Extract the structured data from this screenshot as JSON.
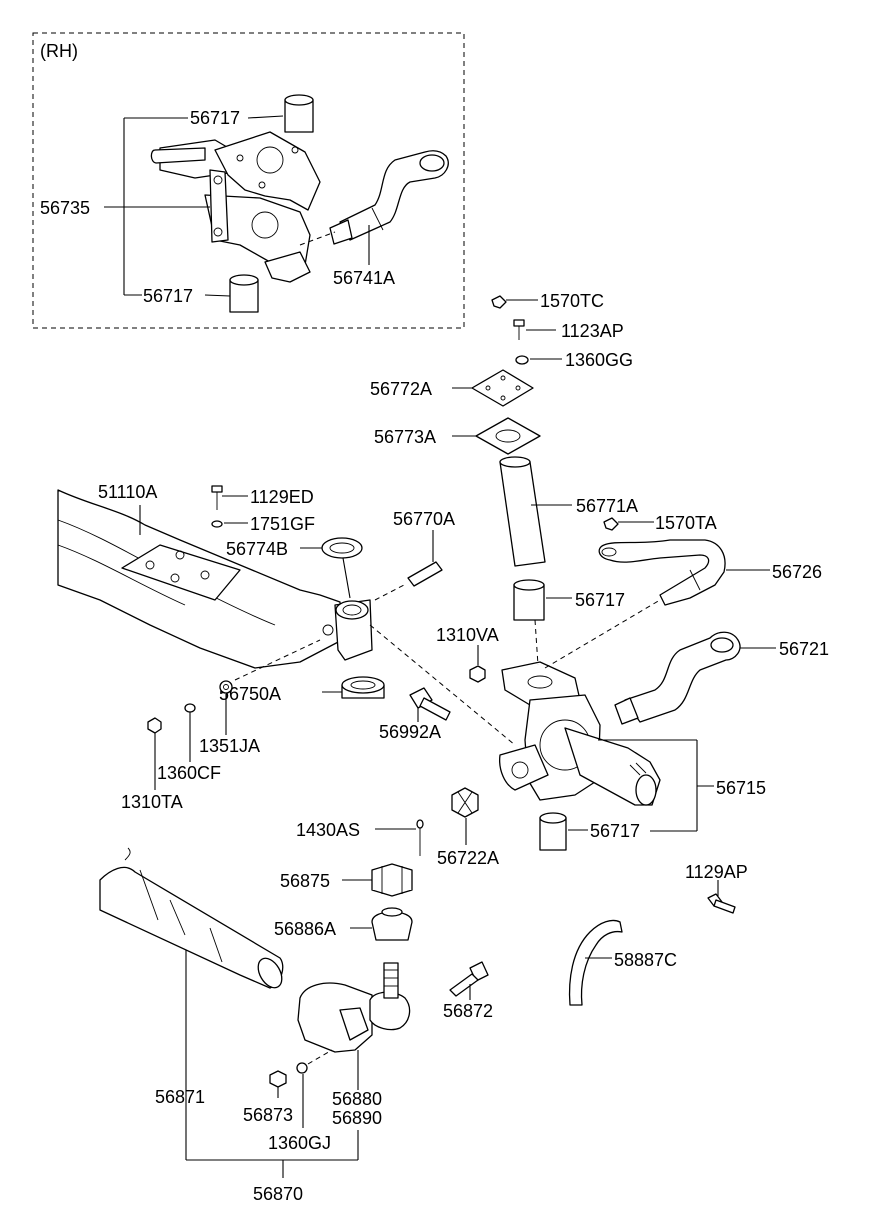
{
  "diagram": {
    "rh_label": "(RH)",
    "parts": {
      "p56717_a": "56717",
      "p56735": "56735",
      "p56717_b": "56717",
      "p56741a": "56741A",
      "p1570tc": "1570TC",
      "p1123ap": "1123AP",
      "p1360gg": "1360GG",
      "p56772a": "56772A",
      "p56773a": "56773A",
      "p51110a": "51110A",
      "p1129ed": "1129ED",
      "p1751gf": "1751GF",
      "p56774b": "56774B",
      "p56770a": "56770A",
      "p56771a": "56771A",
      "p1570ta": "1570TA",
      "p56726": "56726",
      "p56717_c": "56717",
      "p1310va": "1310VA",
      "p56721": "56721",
      "p56750a": "56750A",
      "p56992a": "56992A",
      "p1351ja": "1351JA",
      "p1360cf": "1360CF",
      "p1310ta": "1310TA",
      "p56715": "56715",
      "p1430as": "1430AS",
      "p56717_d": "56717",
      "p56722a": "56722A",
      "p56875": "56875",
      "p1129ap": "1129AP",
      "p56886a": "56886A",
      "p58887c": "58887C",
      "p56872": "56872",
      "p56871": "56871",
      "p56880": "56880",
      "p56890": "56890",
      "p56873": "56873",
      "p1360gj": "1360GJ",
      "p56870": "56870"
    }
  }
}
